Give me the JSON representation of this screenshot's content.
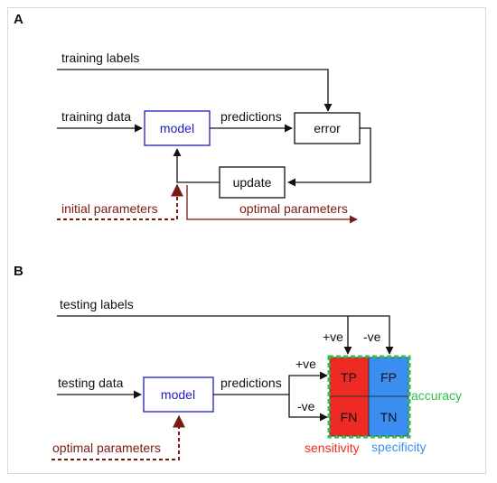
{
  "panel_a": {
    "letter": "A",
    "training_labels": "training labels",
    "training_data": "training data",
    "model": "model",
    "predictions": "predictions",
    "error": "error",
    "update": "update",
    "initial_parameters": "initial parameters",
    "optimal_parameters": "optimal parameters"
  },
  "panel_b": {
    "letter": "B",
    "testing_labels": "testing labels",
    "testing_data": "testing data",
    "model": "model",
    "predictions": "predictions",
    "optimal_parameters": "optimal parameters",
    "pos": "+ve",
    "neg": "-ve",
    "pos_pred": "+ve",
    "neg_pred": "-ve",
    "tp": "TP",
    "fp": "FP",
    "fn": "FN",
    "tn": "TN",
    "accuracy": "accuracy",
    "sensitivity": "sensitivity",
    "specificity": "specificity"
  },
  "colors": {
    "model_border": "#1d1dbf",
    "dashed_arrow": "#7a1a12",
    "red": "#ee2a24",
    "blue": "#3a8ef0",
    "green": "#2fbf4a"
  }
}
